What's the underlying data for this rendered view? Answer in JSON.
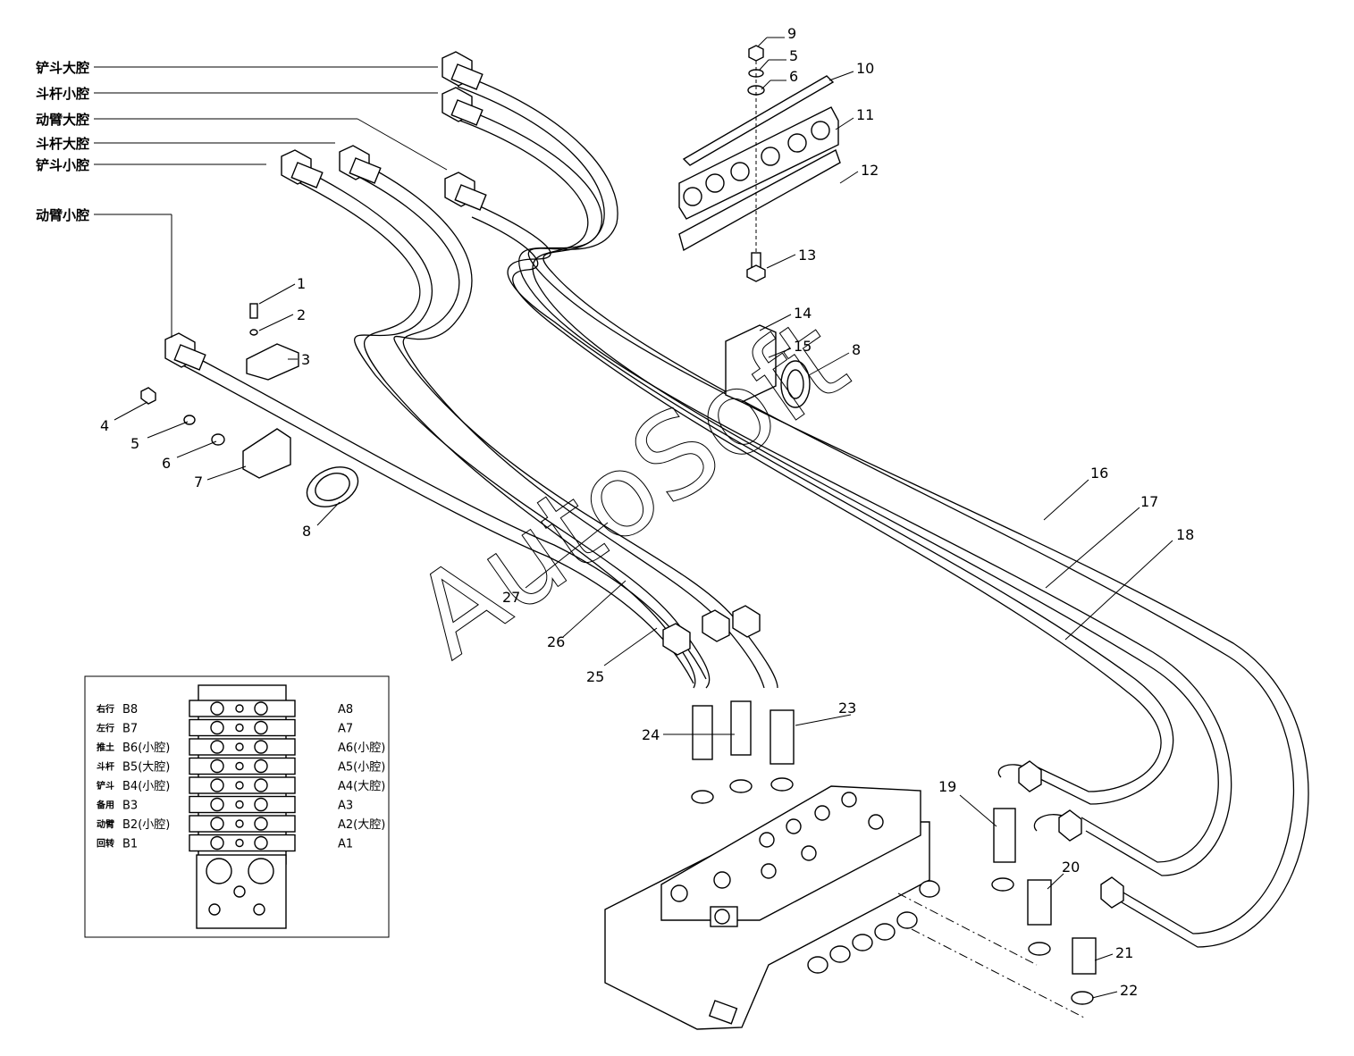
{
  "watermark": "AutoSoft",
  "hose_labels": [
    "铲斗大腔",
    "斗杆小腔",
    "动臂大腔",
    "斗杆大腔",
    "铲斗小腔",
    "动臂小腔"
  ],
  "callouts": [
    "1",
    "2",
    "3",
    "4",
    "5",
    "6",
    "7",
    "8",
    "9",
    "5",
    "6",
    "10",
    "11",
    "12",
    "13",
    "14",
    "15",
    "8",
    "16",
    "17",
    "18",
    "19",
    "20",
    "21",
    "22",
    "23",
    "24",
    "25",
    "26",
    "27"
  ],
  "legend": {
    "left": [
      {
        "name": "右行",
        "port": "B8"
      },
      {
        "name": "左行",
        "port": "B7"
      },
      {
        "name": "推土",
        "port": "B6(小腔)"
      },
      {
        "name": "斗杆",
        "port": "B5(大腔)"
      },
      {
        "name": "铲斗",
        "port": "B4(小腔)"
      },
      {
        "name": "备用",
        "port": "B3"
      },
      {
        "name": "动臂",
        "port": "B2(小腔)"
      },
      {
        "name": "回转",
        "port": "B1"
      }
    ],
    "right": [
      "A8",
      "A7",
      "A6(小腔)",
      "A5(小腔)",
      "A4(大腔)",
      "A3",
      "A2(大腔)",
      "A1"
    ]
  }
}
